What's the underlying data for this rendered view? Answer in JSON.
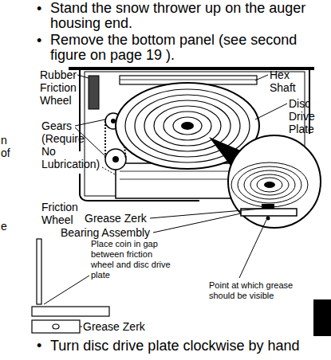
{
  "diagram": {
    "labels": [
      "•",
      "Stand the snow thrower up on the auger housing end.",
      "•",
      "Remove the bottom panel (see second figure on page 19 ).",
      "Rubber Friction Wheel",
      "Hex Shaft",
      "Disc Drive Plate",
      "Gears (Require No Lubrication)",
      "n",
      "of",
      "Friction Wheel",
      "Grease Zerk",
      "e",
      "Bearing Assembly",
      "Place coin in gap between friction wheel and disc drive plate",
      "Point at which grease should be visible",
      "Grease Zerk",
      "•",
      "Turn disc drive plate clockwise by hand"
    ]
  }
}
